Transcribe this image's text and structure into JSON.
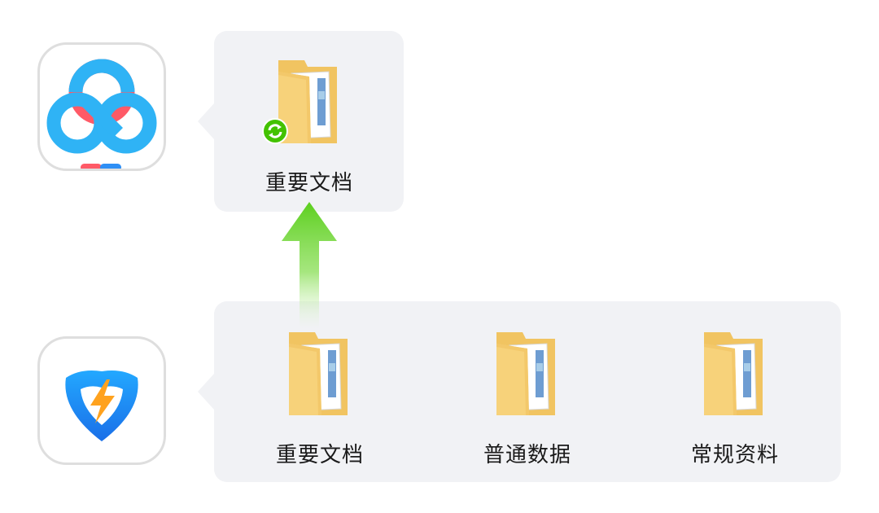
{
  "cloud_app": {
    "icon": "cloud-storage-app-icon",
    "folders": [
      {
        "name": "重要文档",
        "icon": "folder-icon",
        "badge": "sync-icon"
      }
    ]
  },
  "booster_app": {
    "icon": "shield-lightning-app-icon",
    "folders": [
      {
        "name": "重要文档",
        "icon": "folder-icon"
      },
      {
        "name": "普通数据",
        "icon": "folder-icon"
      },
      {
        "name": "常规资料",
        "icon": "folder-icon"
      }
    ]
  },
  "transfer": {
    "icon": "upload-arrow-icon",
    "color": "#5ccf1e"
  },
  "colors": {
    "panel": "#f1f2f5",
    "folder": "#f7d27a",
    "sync_badge": "#43c200",
    "cloud_blue": "#2fb3f5",
    "cloud_red": "#ff5a67",
    "shield_blue": "#1f8fff",
    "bolt_orange": "#ffa21e"
  }
}
